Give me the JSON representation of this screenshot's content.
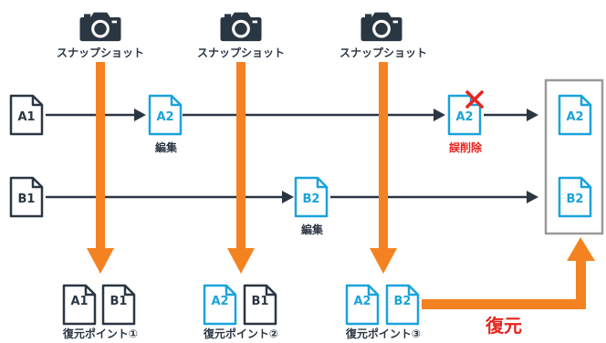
{
  "colors": {
    "dark": "#2b3643",
    "blue": "#1aa3dc",
    "orange": "#f58220",
    "red": "#e8231e",
    "box": "#9a9a9a"
  },
  "snapshots": [
    {
      "label": "スナップショット",
      "icon": "camera-icon"
    },
    {
      "label": "スナップショット",
      "icon": "camera-icon"
    },
    {
      "label": "スナップショット",
      "icon": "camera-icon"
    }
  ],
  "rows": {
    "a": {
      "start": "A1",
      "edited": "A2",
      "edit_label": "編集",
      "deleted": "A2",
      "deleted_label": "誤削除",
      "restored": "A2"
    },
    "b": {
      "start": "B1",
      "edited": "B2",
      "edit_label": "編集",
      "restored": "B2"
    }
  },
  "restore_points": [
    {
      "label": "復元ポイント①",
      "files": [
        "A1",
        "B1"
      ]
    },
    {
      "label": "復元ポイント②",
      "files": [
        "A2",
        "B1"
      ]
    },
    {
      "label": "復元ポイント③",
      "files": [
        "A2",
        "B2"
      ]
    }
  ],
  "restore_label": "復元"
}
